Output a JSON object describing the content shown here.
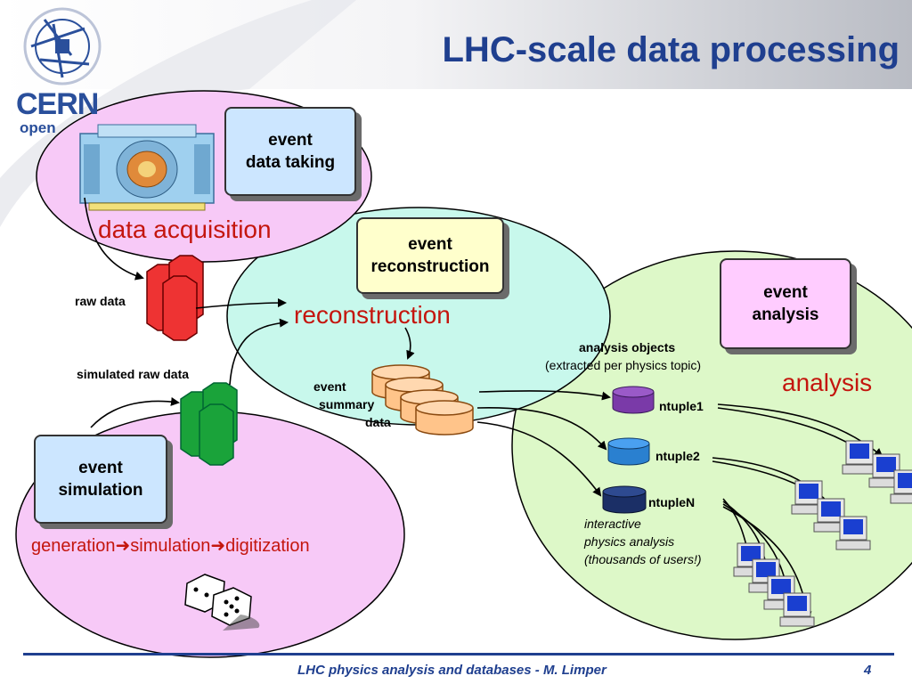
{
  "header": {
    "title": "LHC-scale data processing",
    "logo_text": "CERN",
    "logo_sub": "open"
  },
  "boxes": {
    "data_taking": [
      "event",
      "data taking"
    ],
    "reconstruction": [
      "event",
      "reconstruction"
    ],
    "analysis": [
      "event",
      "analysis"
    ],
    "simulation": [
      "event",
      "simulation"
    ]
  },
  "regions": {
    "data_acquisition": "data acquisition",
    "reconstruction": "reconstruction",
    "analysis": "analysis",
    "generation": "generation",
    "simulation": "simulation",
    "digitization": "digitization"
  },
  "labels": {
    "raw_data": "raw data",
    "simulated_raw_data": "simulated raw data",
    "esd_1": "event",
    "esd_2": "summary",
    "esd_3": "data",
    "analysis_objects": "analysis objects",
    "extracted": "(extracted per physics topic)",
    "ntuple1": "ntuple1",
    "ntuple2": "ntuple2",
    "ntupleN": "ntupleN",
    "interactive_1": "interactive",
    "interactive_2": "physics analysis",
    "interactive_3": "(thousands of users!)"
  },
  "footer": {
    "text": "LHC physics analysis and databases - M. Limper",
    "page": "4"
  },
  "colors": {
    "title": "#1f3f8f",
    "region_label": "#c4160e",
    "acquisition_fill": "#f7c9f7",
    "simulation_fill": "#f7c9f7",
    "reconstruction_fill": "#c8f8ec",
    "analysis_fill": "#ddf8c8",
    "box_blue": "#cce6ff",
    "box_yellow": "#ffffcc",
    "box_pink": "#ffccff",
    "raw_data": "#ee3333",
    "sim_data": "#1aa33a",
    "esd": "#ffc48a",
    "ntuple1": "#7a3aa8",
    "ntuple2": "#2a80d0",
    "ntupleN": "#1b2f66"
  },
  "icons": [
    "cern-logo-icon",
    "detector-icon",
    "dice-icon",
    "computer-icon"
  ]
}
